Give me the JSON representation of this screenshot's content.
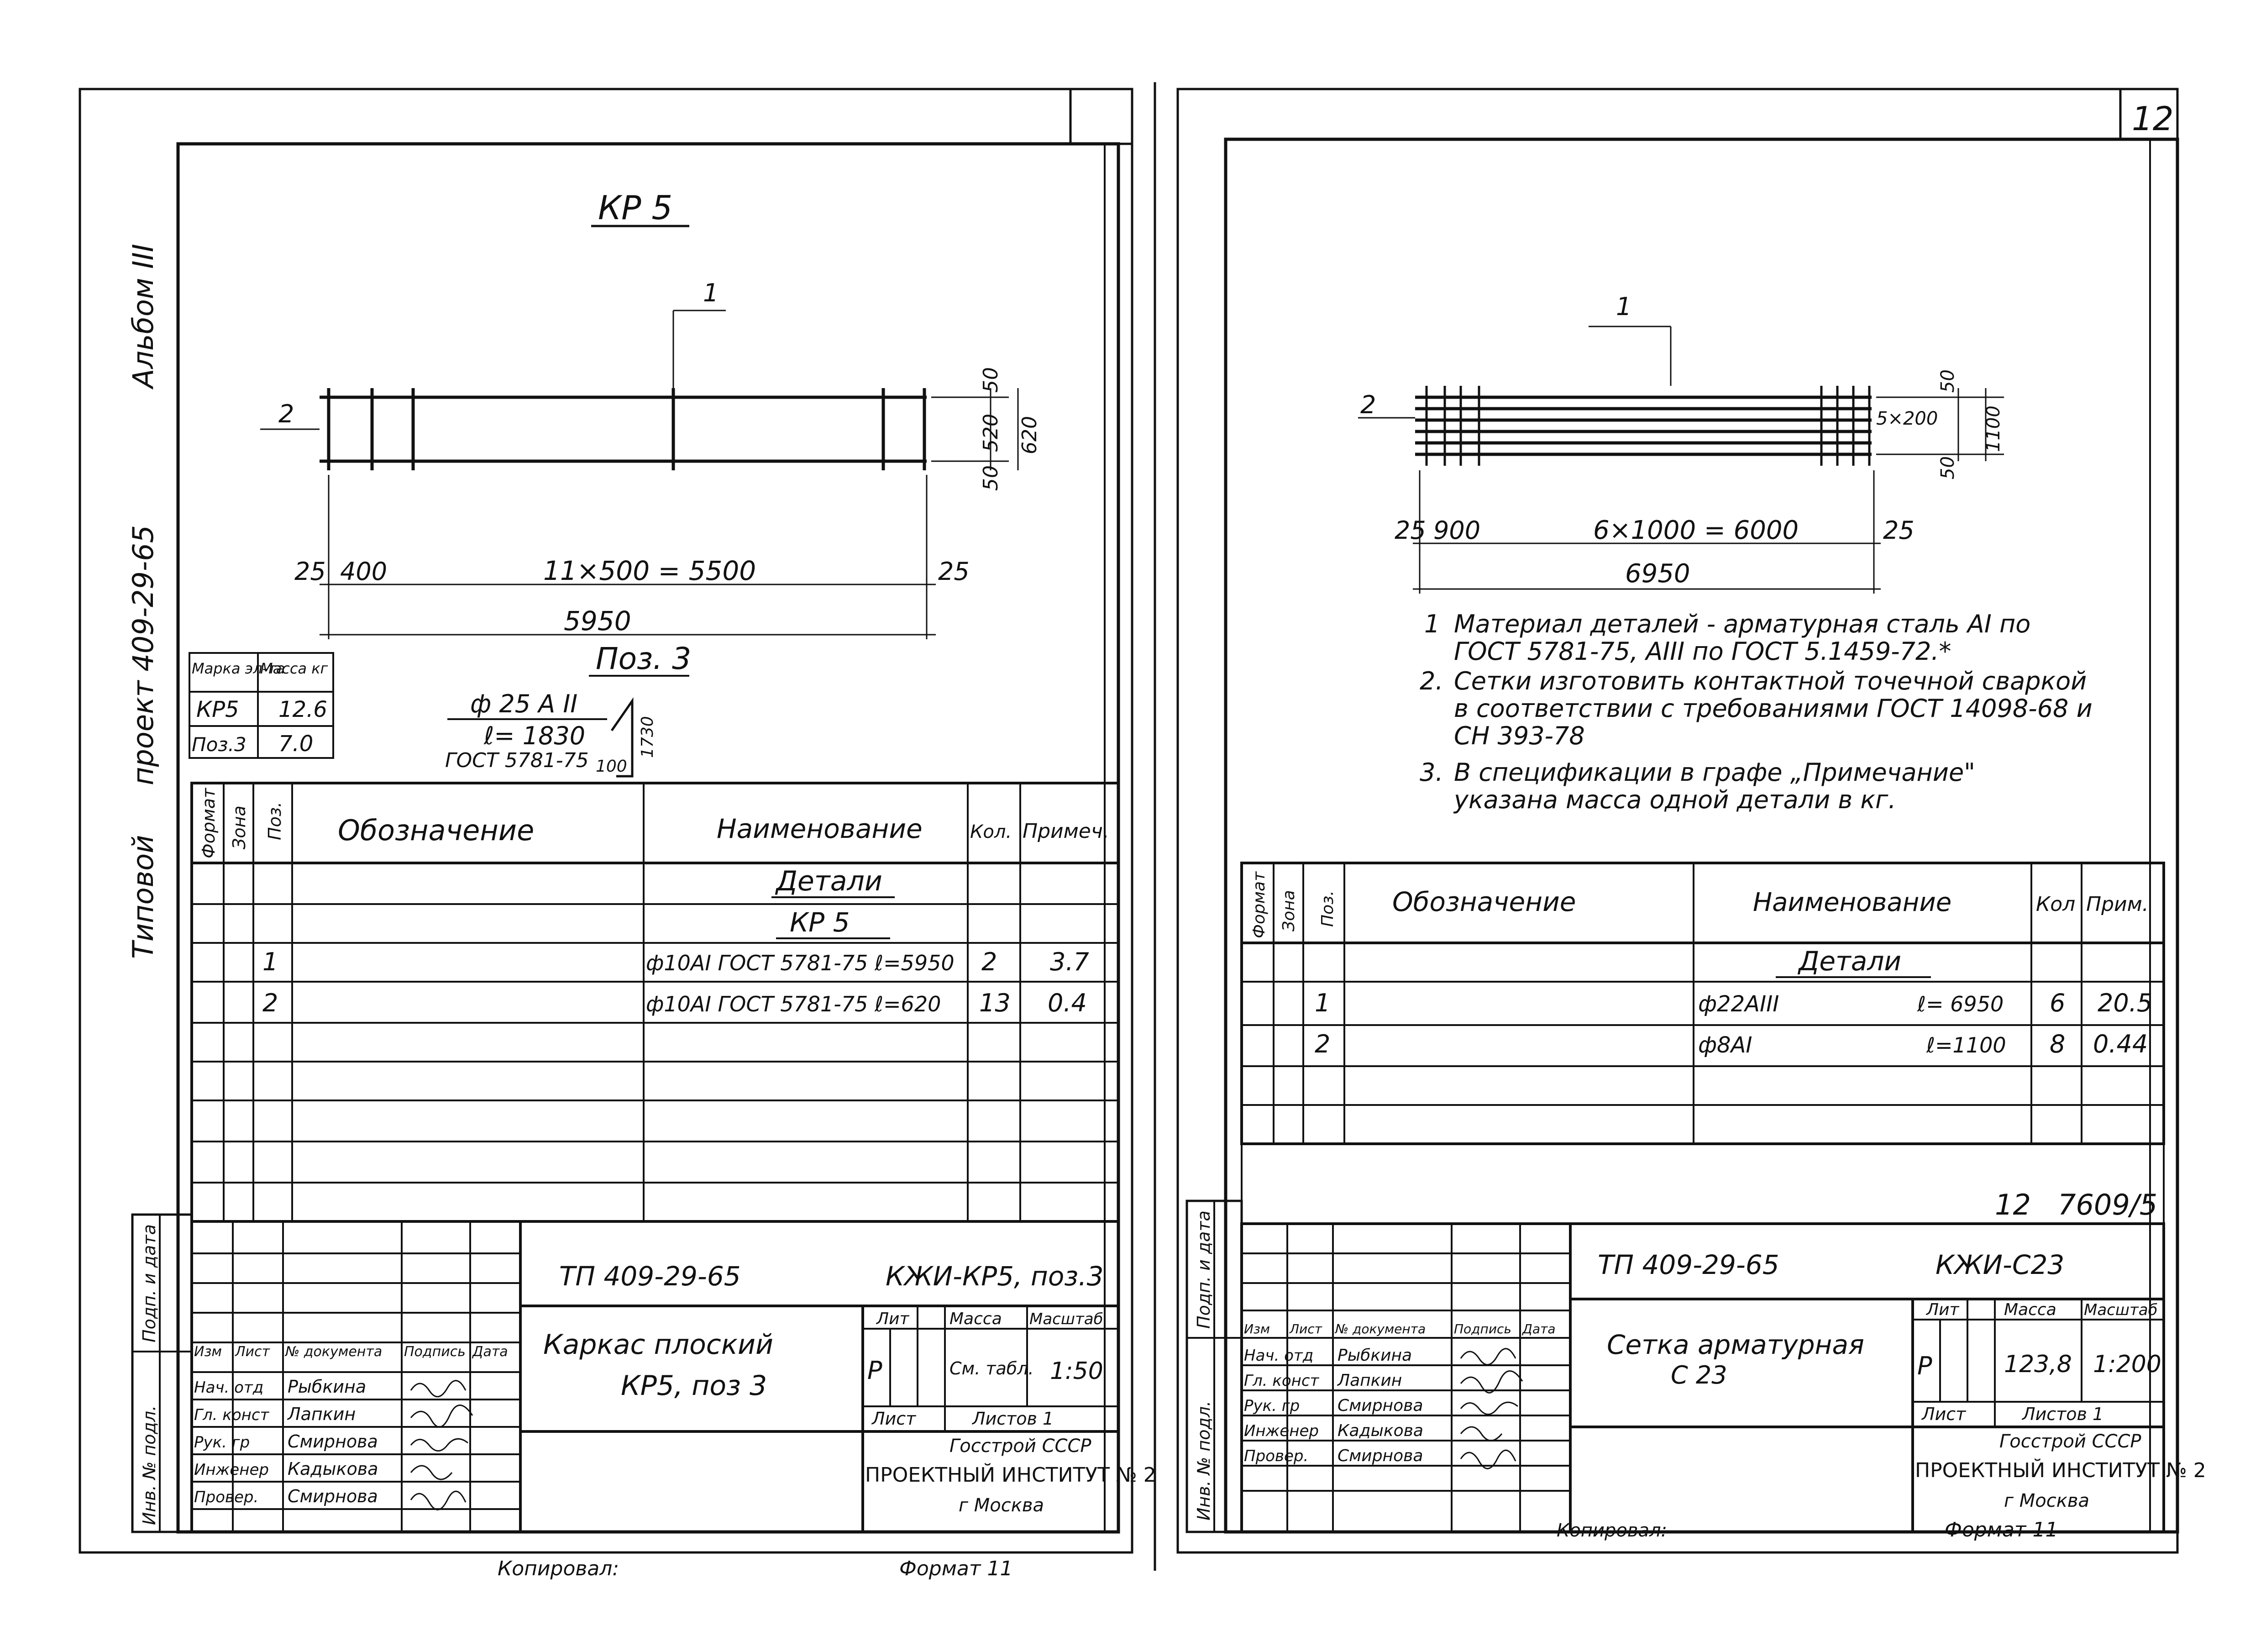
{
  "left_sheet": {
    "side_caption": [
      "Типовой",
      "проект 409-29-65",
      "Альбом III"
    ],
    "drawing_title": "КР 5",
    "frame": {
      "callout_1": "1",
      "callout_2": "2",
      "dim_top": "50",
      "dim_mid": "520",
      "dim_bot": "50",
      "dim_height": "620",
      "dim_end_left": "25",
      "dim_first": "400",
      "dim_spaces": "11×500 = 5500",
      "dim_end_right": "25",
      "dim_total": "5950"
    },
    "pos3": {
      "title": "Поз. 3",
      "bar": "ф 25 А II",
      "length": "ℓ= 1830",
      "standard": "ГОСТ 5781-75",
      "dim_h": "100",
      "dim_v": "1730"
    },
    "mass_table": {
      "headers": [
        "Марка эл-та",
        "Масса кг"
      ],
      "rows": [
        [
          "КР5",
          "12.6"
        ],
        [
          "Поз.3",
          "7.0"
        ]
      ]
    },
    "spec": {
      "headers": [
        "Формат",
        "Зона",
        "Поз.",
        "Обозначение",
        "Наименование",
        "Кол.",
        "Примеч."
      ],
      "section": "Детали",
      "subsection": "КР 5",
      "rows": [
        {
          "pos": "1",
          "name": "ф10АI  ГОСТ 5781-75  ℓ=5950",
          "qty": "2",
          "note": "3.7"
        },
        {
          "pos": "2",
          "name": "ф10АI  ГОСТ 5781-75  ℓ=620",
          "qty": "13",
          "note": "0.4"
        }
      ]
    },
    "title_block": {
      "project": "ТП 409-29-65",
      "code": "КЖИ-КР5, поз.3",
      "name_line1": "Каркас плоский",
      "name_line2": "КР5, поз 3",
      "stage": "Р",
      "mass": "См. табл.",
      "scale": "1:50",
      "sheet": "Лист",
      "sheets": "Листов 1",
      "org1": "Госстрой СССР",
      "org2": "ПРОЕКТНЫЙ ИНСТИТУТ № 2",
      "org3": "г Москва",
      "col_headers": [
        "Изм",
        "Лист",
        "№ документа",
        "Подпись",
        "Дата"
      ],
      "roles": [
        {
          "role": "Нач. отд",
          "name": "Рыбкина"
        },
        {
          "role": "Гл. конст",
          "name": "Лапкин"
        },
        {
          "role": "Рук. гр",
          "name": "Смирнова"
        },
        {
          "role": "Инженер",
          "name": "Кадыкова"
        },
        {
          "role": "Провер.",
          "name": "Смирнова"
        }
      ],
      "stage_headers": [
        "Лит",
        "Масса",
        "Масштаб"
      ]
    },
    "margin_labels": [
      "Инв. № подл.",
      "Подп. и дата"
    ],
    "copied_by": "Копировал:",
    "format": "Формат 11"
  },
  "right_sheet": {
    "sheet_number": "12",
    "frame": {
      "callout_1": "1",
      "callout_2": "2",
      "dim_top": "50",
      "dim_mid": "5×200",
      "dim_bot": "50",
      "dim_height": "1100",
      "dim_end_left": "25",
      "dim_first": "900",
      "dim_spaces": "6×1000 = 6000",
      "dim_end_right": "25",
      "dim_total": "6950"
    },
    "notes": [
      {
        "num": "1",
        "lines": [
          "Материал деталей - арматурная сталь АI по",
          "ГОСТ 5781-75, АIII по ГОСТ 5.1459-72.*"
        ]
      },
      {
        "num": "2.",
        "lines": [
          "Сетки изготовить контактной точечной сваркой",
          "в соответствии с требованиями ГОСТ 14098-68 и",
          "СН 393-78"
        ]
      },
      {
        "num": "3.",
        "lines": [
          "В спецификации в графе „Примечание\"",
          "указана масса одной детали в кг."
        ]
      }
    ],
    "spec": {
      "headers": [
        "Формат",
        "Зона",
        "Поз.",
        "Обозначение",
        "Наименование",
        "Кол",
        "Прим."
      ],
      "section": "Детали",
      "rows": [
        {
          "pos": "1",
          "name": "ф22АIII",
          "len": "ℓ= 6950",
          "qty": "6",
          "note": "20.5"
        },
        {
          "pos": "2",
          "name": "ф8АI",
          "len": "ℓ=1100",
          "qty": "8",
          "note": "0.44"
        }
      ]
    },
    "album_ref": "12   7609/5",
    "title_block": {
      "project": "ТП 409-29-65",
      "code": "КЖИ-С23",
      "name_line1": "Сетка арматурная",
      "name_line2": "С 23",
      "stage": "Р",
      "mass": "123,8",
      "scale": "1:200",
      "sheet": "Лист",
      "sheets": "Листов 1",
      "org1": "Госстрой СССР",
      "org2": "ПРОЕКТНЫЙ ИНСТИТУТ № 2",
      "org3": "г Москва",
      "col_headers": [
        "Изм",
        "Лист",
        "№ документа",
        "Подпись",
        "Дата"
      ],
      "roles": [
        {
          "role": "Нач. отд",
          "name": "Рыбкина"
        },
        {
          "role": "Гл. конст",
          "name": "Лапкин"
        },
        {
          "role": "Рук. гр",
          "name": "Смирнова"
        },
        {
          "role": "Инженер",
          "name": "Кадыкова"
        },
        {
          "role": "Провер.",
          "name": "Смирнова"
        }
      ],
      "stage_headers": [
        "Лит",
        "Масса",
        "Масштаб"
      ]
    },
    "margin_labels": [
      "Инв. № подл.",
      "Подп. и дата"
    ],
    "copied_by": "Копировал:",
    "format": "Формат 11"
  }
}
